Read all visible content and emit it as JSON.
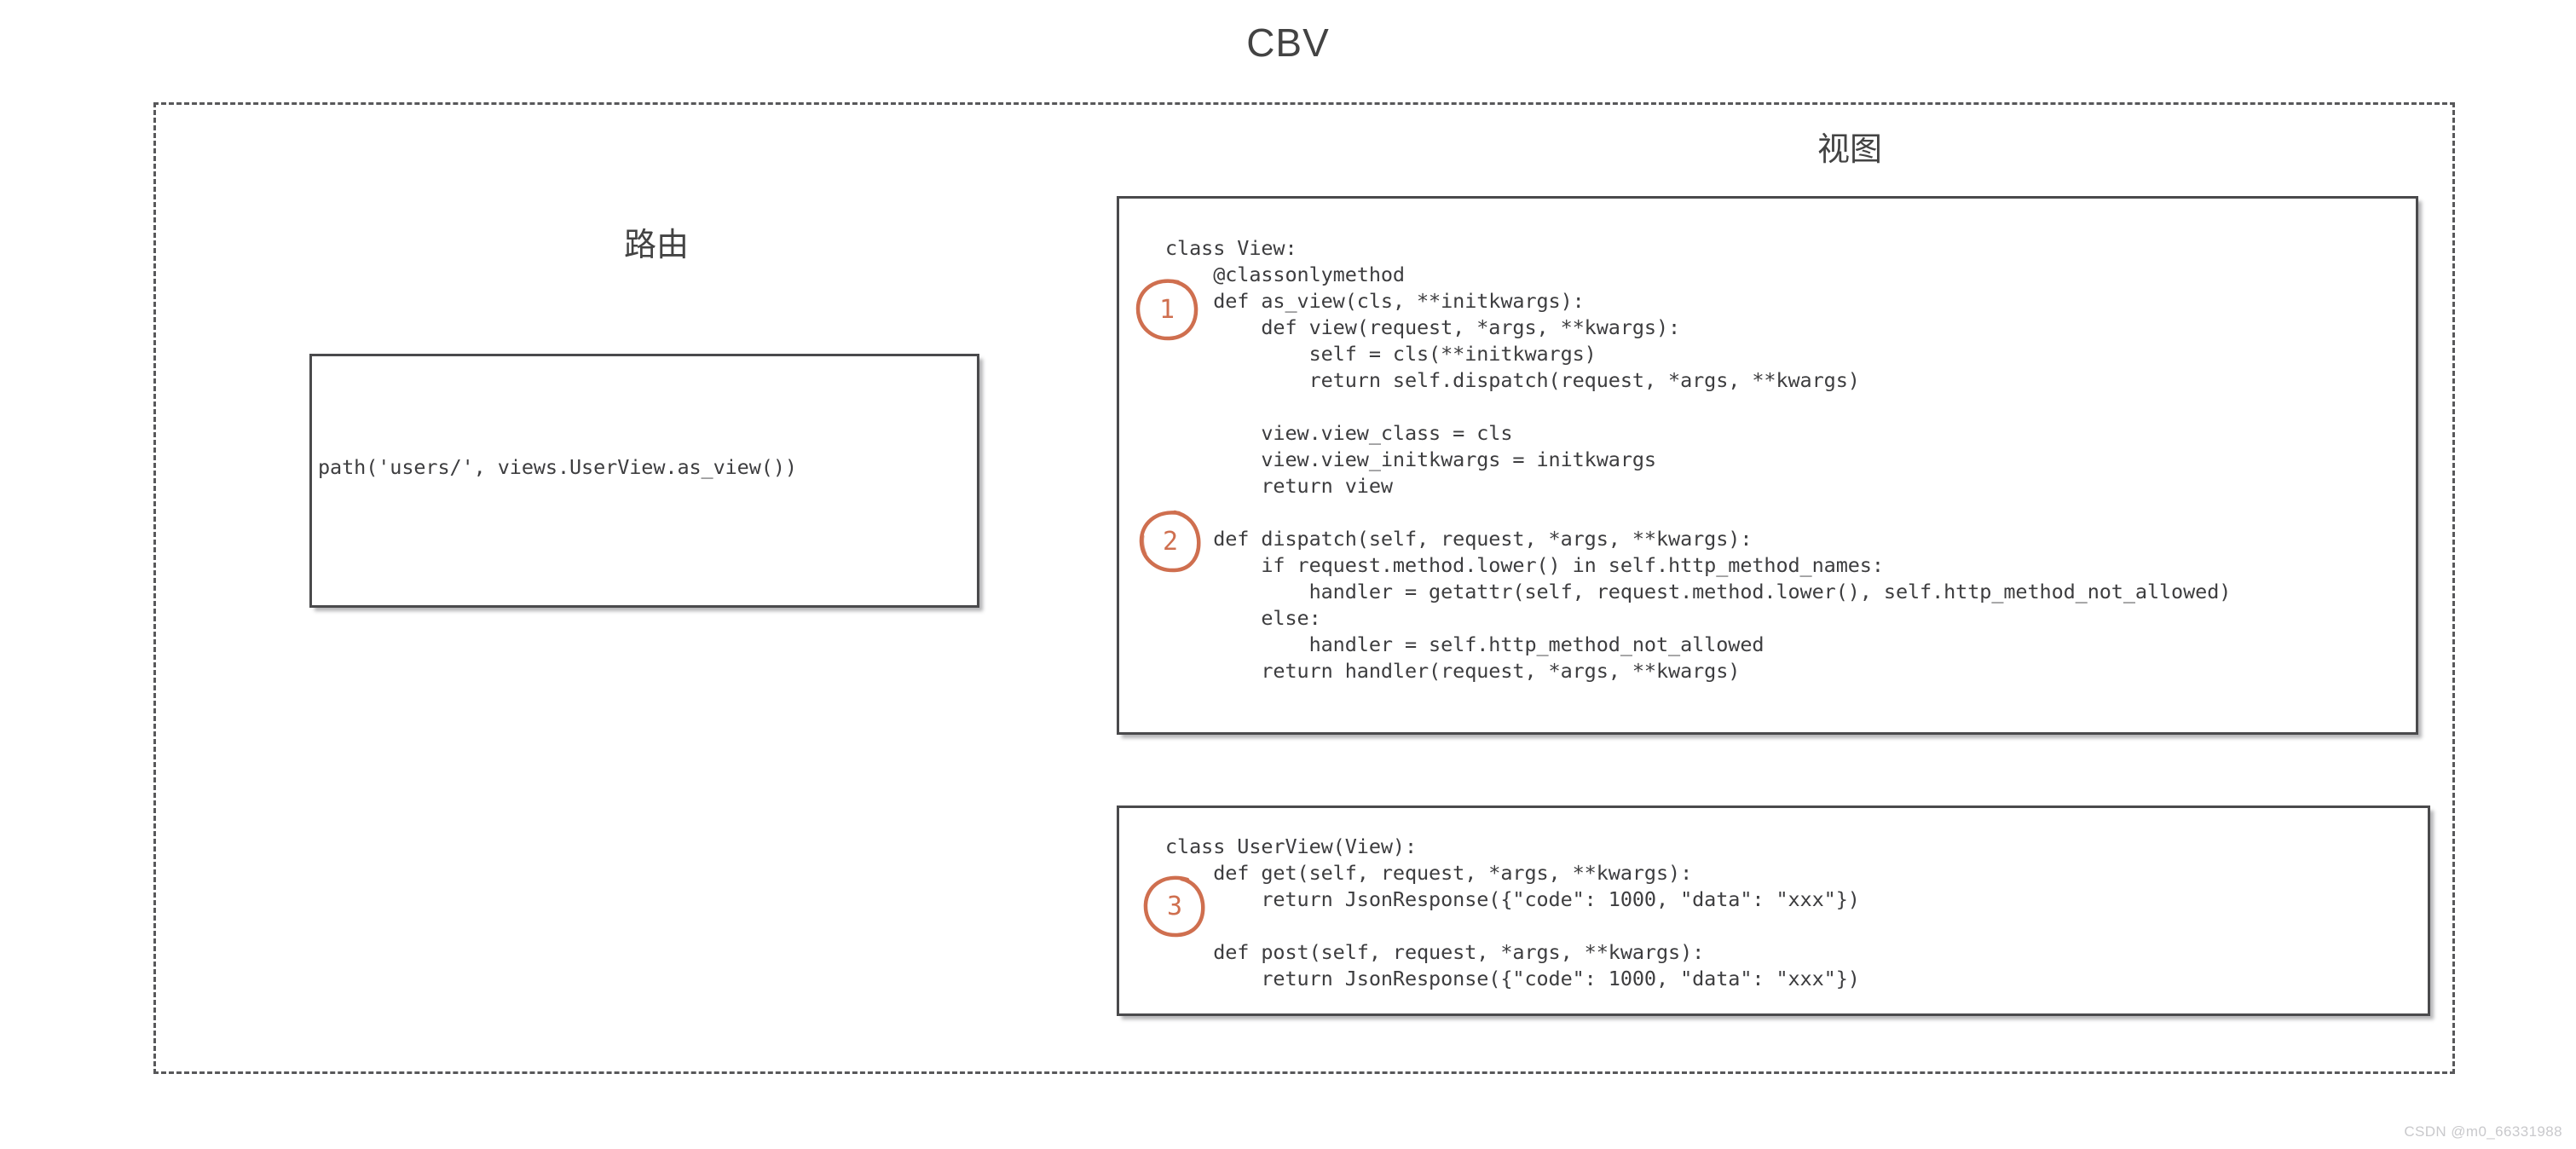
{
  "title": "CBV",
  "sections": {
    "route_heading": "路由",
    "view_heading": "视图"
  },
  "panels": {
    "route_code": "path('users/', views.UserView.as_view())",
    "view_code": "class View:\n    @classonlymethod\n    def as_view(cls, **initkwargs):\n        def view(request, *args, **kwargs):\n            self = cls(**initkwargs)\n            return self.dispatch(request, *args, **kwargs)\n\n        view.view_class = cls\n        view.view_initkwargs = initkwargs\n        return view\n\n    def dispatch(self, request, *args, **kwargs):\n        if request.method.lower() in self.http_method_names:\n            handler = getattr(self, request.method.lower(), self.http_method_not_allowed)\n        else:\n            handler = self.http_method_not_allowed\n        return handler(request, *args, **kwargs)",
    "userview_code": "class UserView(View):\n    def get(self, request, *args, **kwargs):\n        return JsonResponse({\"code\": 1000, \"data\": \"xxx\"})\n\n    def post(self, request, *args, **kwargs):\n        return JsonResponse({\"code\": 1000, \"data\": \"xxx\"})"
  },
  "markers": [
    {
      "label": "1"
    },
    {
      "label": "2"
    },
    {
      "label": "3"
    }
  ],
  "watermark": "CSDN @m0_66331988",
  "colors": {
    "marker": "#cf6f4f",
    "panel_border": "#4a4a4c",
    "frame_border": "#58585a",
    "text": "#3d3d3f"
  }
}
